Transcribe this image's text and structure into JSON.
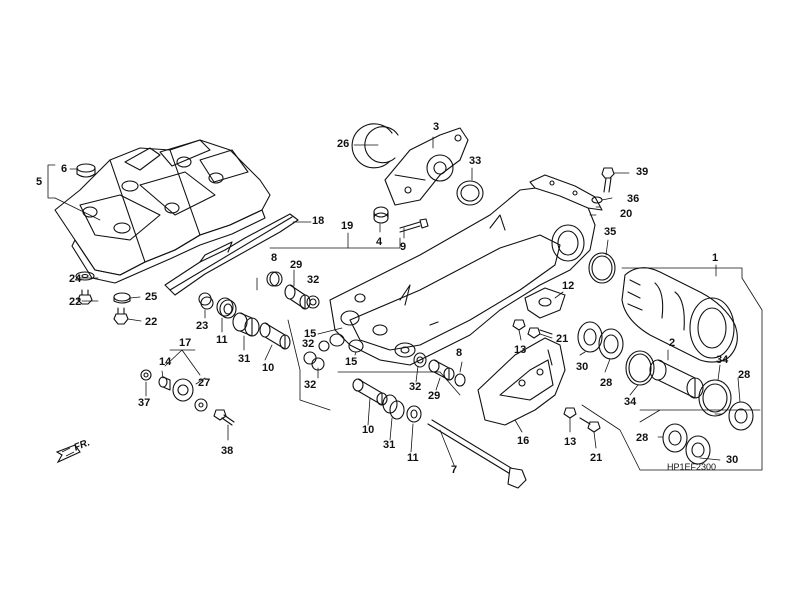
{
  "diagram": {
    "drawing_code": "HP1EF2300",
    "direction_label": "FR.",
    "part_labels": {
      "l1": "1",
      "l2": "2",
      "l3": "3",
      "l4": "4",
      "l5": "5",
      "l6": "6",
      "l7": "7",
      "l8a": "8",
      "l8b": "8",
      "l9": "9",
      "l10a": "10",
      "l10b": "10",
      "l11a": "11",
      "l11b": "11",
      "l12": "12",
      "l13a": "13",
      "l13b": "13",
      "l14": "14",
      "l15a": "15",
      "l15b": "15",
      "l16": "16",
      "l17": "17",
      "l18": "18",
      "l19": "19",
      "l20": "20",
      "l21a": "21",
      "l21b": "21",
      "l22a": "22",
      "l22b": "22",
      "l23": "23",
      "l24": "24",
      "l25": "25",
      "l26": "26",
      "l27": "27",
      "l28a": "28",
      "l28b": "28",
      "l28c": "28",
      "l29a": "29",
      "l29b": "29",
      "l30a": "30",
      "l30b": "30",
      "l31a": "31",
      "l31b": "31",
      "l32a": "32",
      "l32b": "32",
      "l32c": "32",
      "l32d": "32",
      "l33": "33",
      "l34a": "34",
      "l34b": "34",
      "l35": "35",
      "l36": "36",
      "l37": "37",
      "l38": "38",
      "l39": "39"
    }
  }
}
